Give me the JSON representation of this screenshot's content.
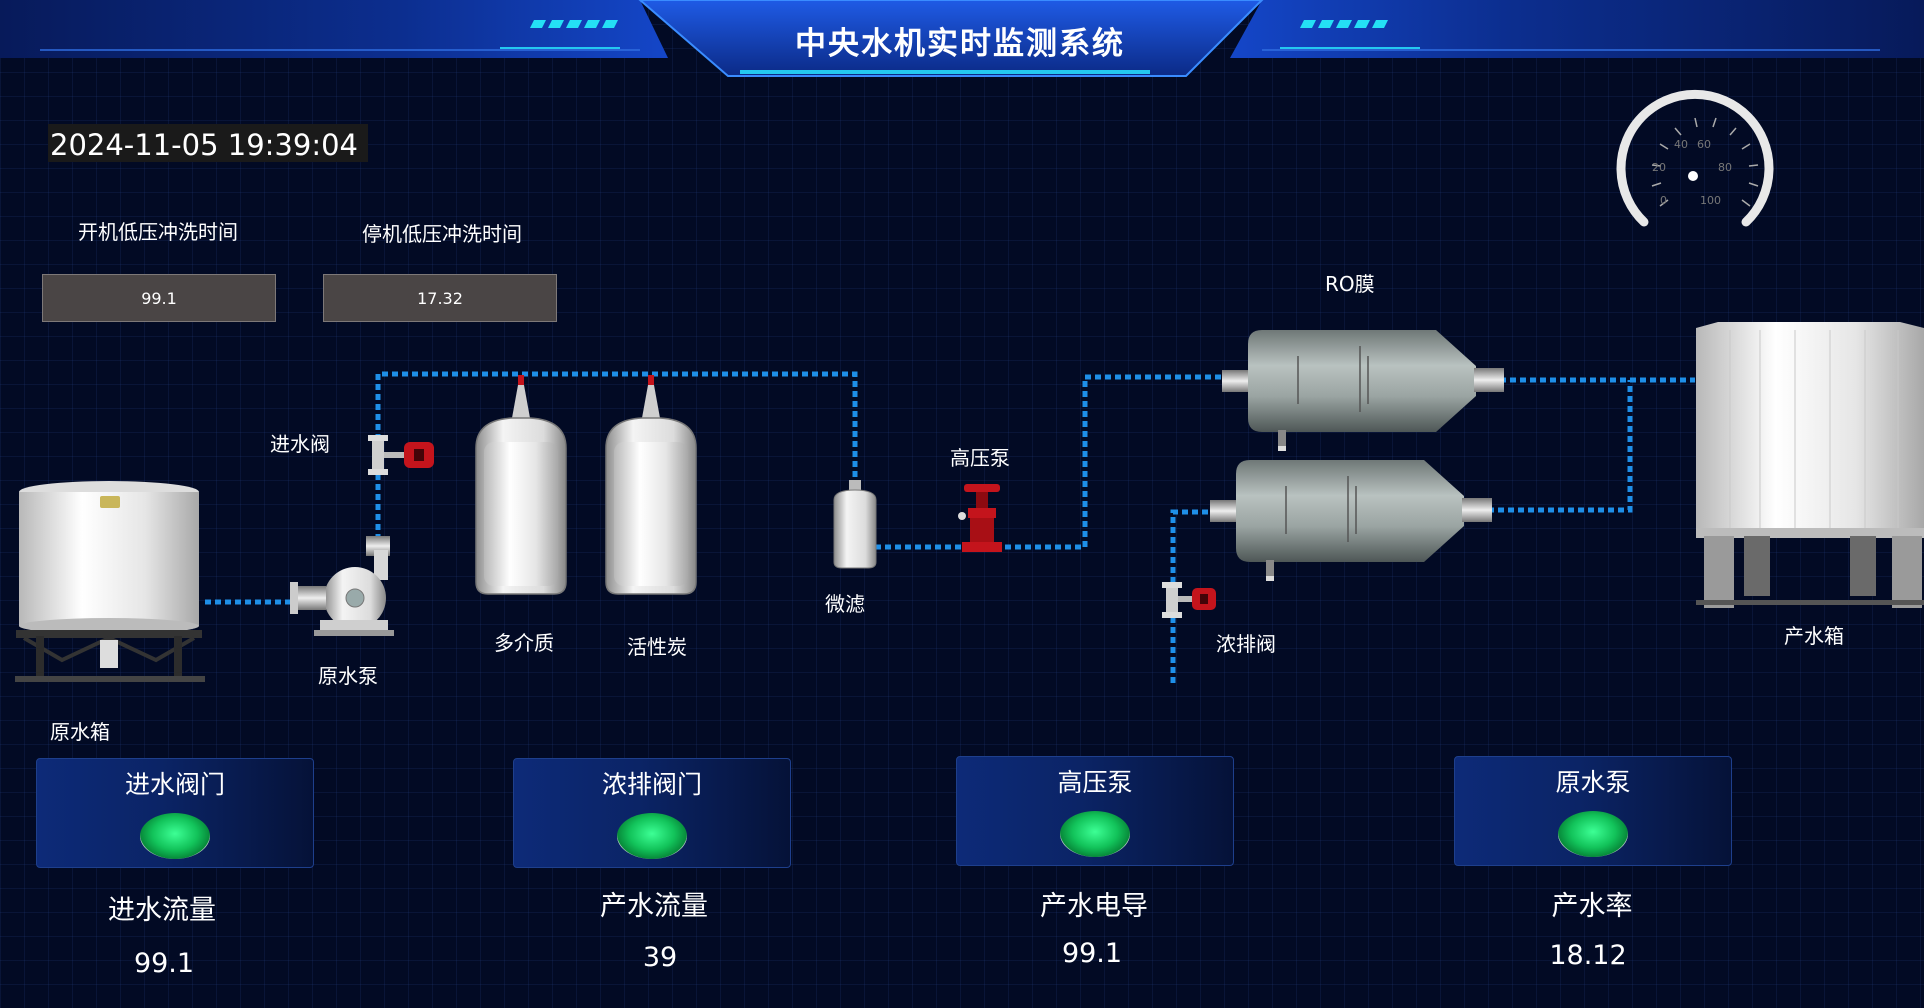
{
  "header": {
    "title": "中央水机实时监测系统"
  },
  "clock": {
    "datetime": "2024-11-05 19:39:04"
  },
  "flush": {
    "startup_label": "开机低压冲洗时间",
    "startup_value": "99.1",
    "shutdown_label": "停机低压冲洗时间",
    "shutdown_value": "17.32"
  },
  "gauge": {
    "ticks": [
      "0",
      "20",
      "40",
      "60",
      "80",
      "100"
    ],
    "value_percent": 0
  },
  "process": {
    "raw_tank": "原水箱",
    "raw_pump": "原水泵",
    "inlet_valve": "进水阀",
    "multimedia_filter": "多介质",
    "carbon_filter": "活性炭",
    "micro_filter": "微滤",
    "high_pressure_pump": "高压泵",
    "ro_membrane": "RO膜",
    "drain_valve": "浓排阀",
    "product_tank": "产水箱"
  },
  "status_cards": [
    {
      "title": "进水阀门",
      "status": "on",
      "lamp_color": "#12c35a"
    },
    {
      "title": "浓排阀门",
      "status": "on",
      "lamp_color": "#12c35a"
    },
    {
      "title": "高压泵",
      "status": "on",
      "lamp_color": "#12c35a"
    },
    {
      "title": "原水泵",
      "status": "on",
      "lamp_color": "#12c35a"
    }
  ],
  "metrics": [
    {
      "label": "进水流量",
      "value": "99.1"
    },
    {
      "label": "产水流量",
      "value": "39"
    },
    {
      "label": "产水电导",
      "value": "99.1"
    },
    {
      "label": "产水率",
      "value": "18.12"
    }
  ],
  "colors": {
    "background": "#020a24",
    "pipe": "#1e8fe8",
    "accent": "#24c8f0",
    "valve": "#c4141c"
  }
}
